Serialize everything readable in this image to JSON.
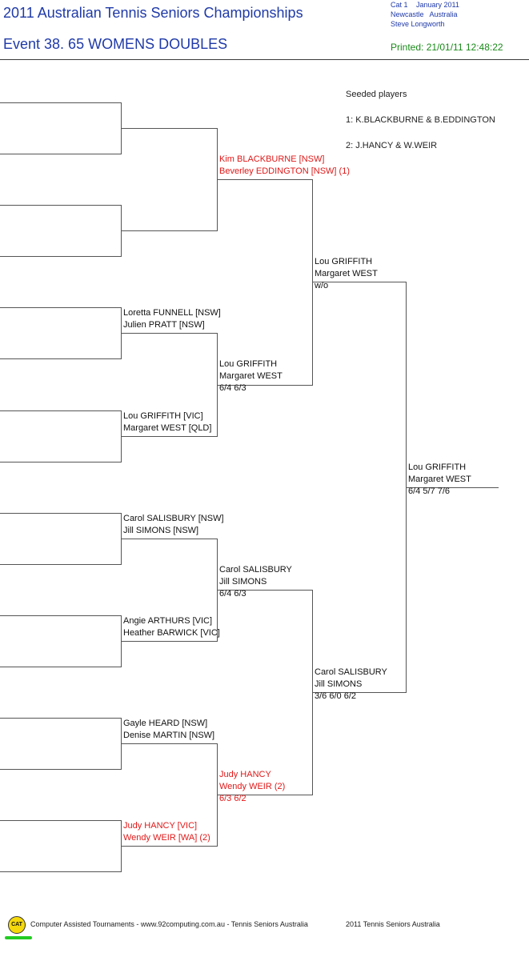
{
  "header": {
    "title": "2011 Australian Tennis Seniors Championships",
    "event": "Event 38. 65 WOMENS DOUBLES",
    "cat": "Cat 1",
    "date": "January 2011",
    "location": "Newcastle   Australia",
    "referee": "Steve Longworth",
    "printed": "Printed: 21/01/11 12:48:22"
  },
  "seeds": {
    "heading": "Seeded players",
    "items": [
      "1: K.BLACKBURNE & B.EDDINGTON",
      "2: J.HANCY & W.WEIR"
    ]
  },
  "round2": [
    {
      "p1": "Loretta FUNNELL [NSW]",
      "p2": "Julien PRATT [NSW]"
    },
    {
      "p1": "Lou GRIFFITH [VIC]",
      "p2": "Margaret WEST [QLD]"
    },
    {
      "p1": "Carol SALISBURY [NSW]",
      "p2": "Jill SIMONS [NSW]"
    },
    {
      "p1": "Angie ARTHURS [VIC]",
      "p2": "Heather BARWICK [VIC]"
    },
    {
      "p1": "Gayle HEARD [NSW]",
      "p2": "Denise MARTIN [NSW]"
    },
    {
      "p1": "Judy HANCY [VIC]",
      "p2": "Wendy WEIR [WA] (2)"
    }
  ],
  "round3": [
    {
      "p1": "Kim BLACKBURNE [NSW]",
      "p2": "Beverley EDDINGTON [NSW] (1)",
      "score": ""
    },
    {
      "p1": "Lou GRIFFITH",
      "p2": "Margaret WEST",
      "score": "6/4 6/3"
    },
    {
      "p1": "Carol SALISBURY",
      "p2": "Jill SIMONS",
      "score": "6/4 6/3"
    },
    {
      "p1": "Judy HANCY",
      "p2": "Wendy WEIR (2)",
      "score": "6/3 6/2"
    }
  ],
  "semis": [
    {
      "p1": "Lou GRIFFITH",
      "p2": "Margaret WEST",
      "score": "w/o"
    },
    {
      "p1": "Carol SALISBURY",
      "p2": "Jill SIMONS",
      "score": "3/6 6/0 6/2"
    }
  ],
  "final": {
    "p1": "Lou GRIFFITH",
    "p2": "Margaret WEST",
    "score": "6/4 5/7 7/6"
  },
  "footer": {
    "logo": "CAT",
    "credit": "Computer Assisted Tournaments - www.92computing.com.au -  Tennis Seniors Australia",
    "copyright": "2011 Tennis Seniors Australia"
  }
}
